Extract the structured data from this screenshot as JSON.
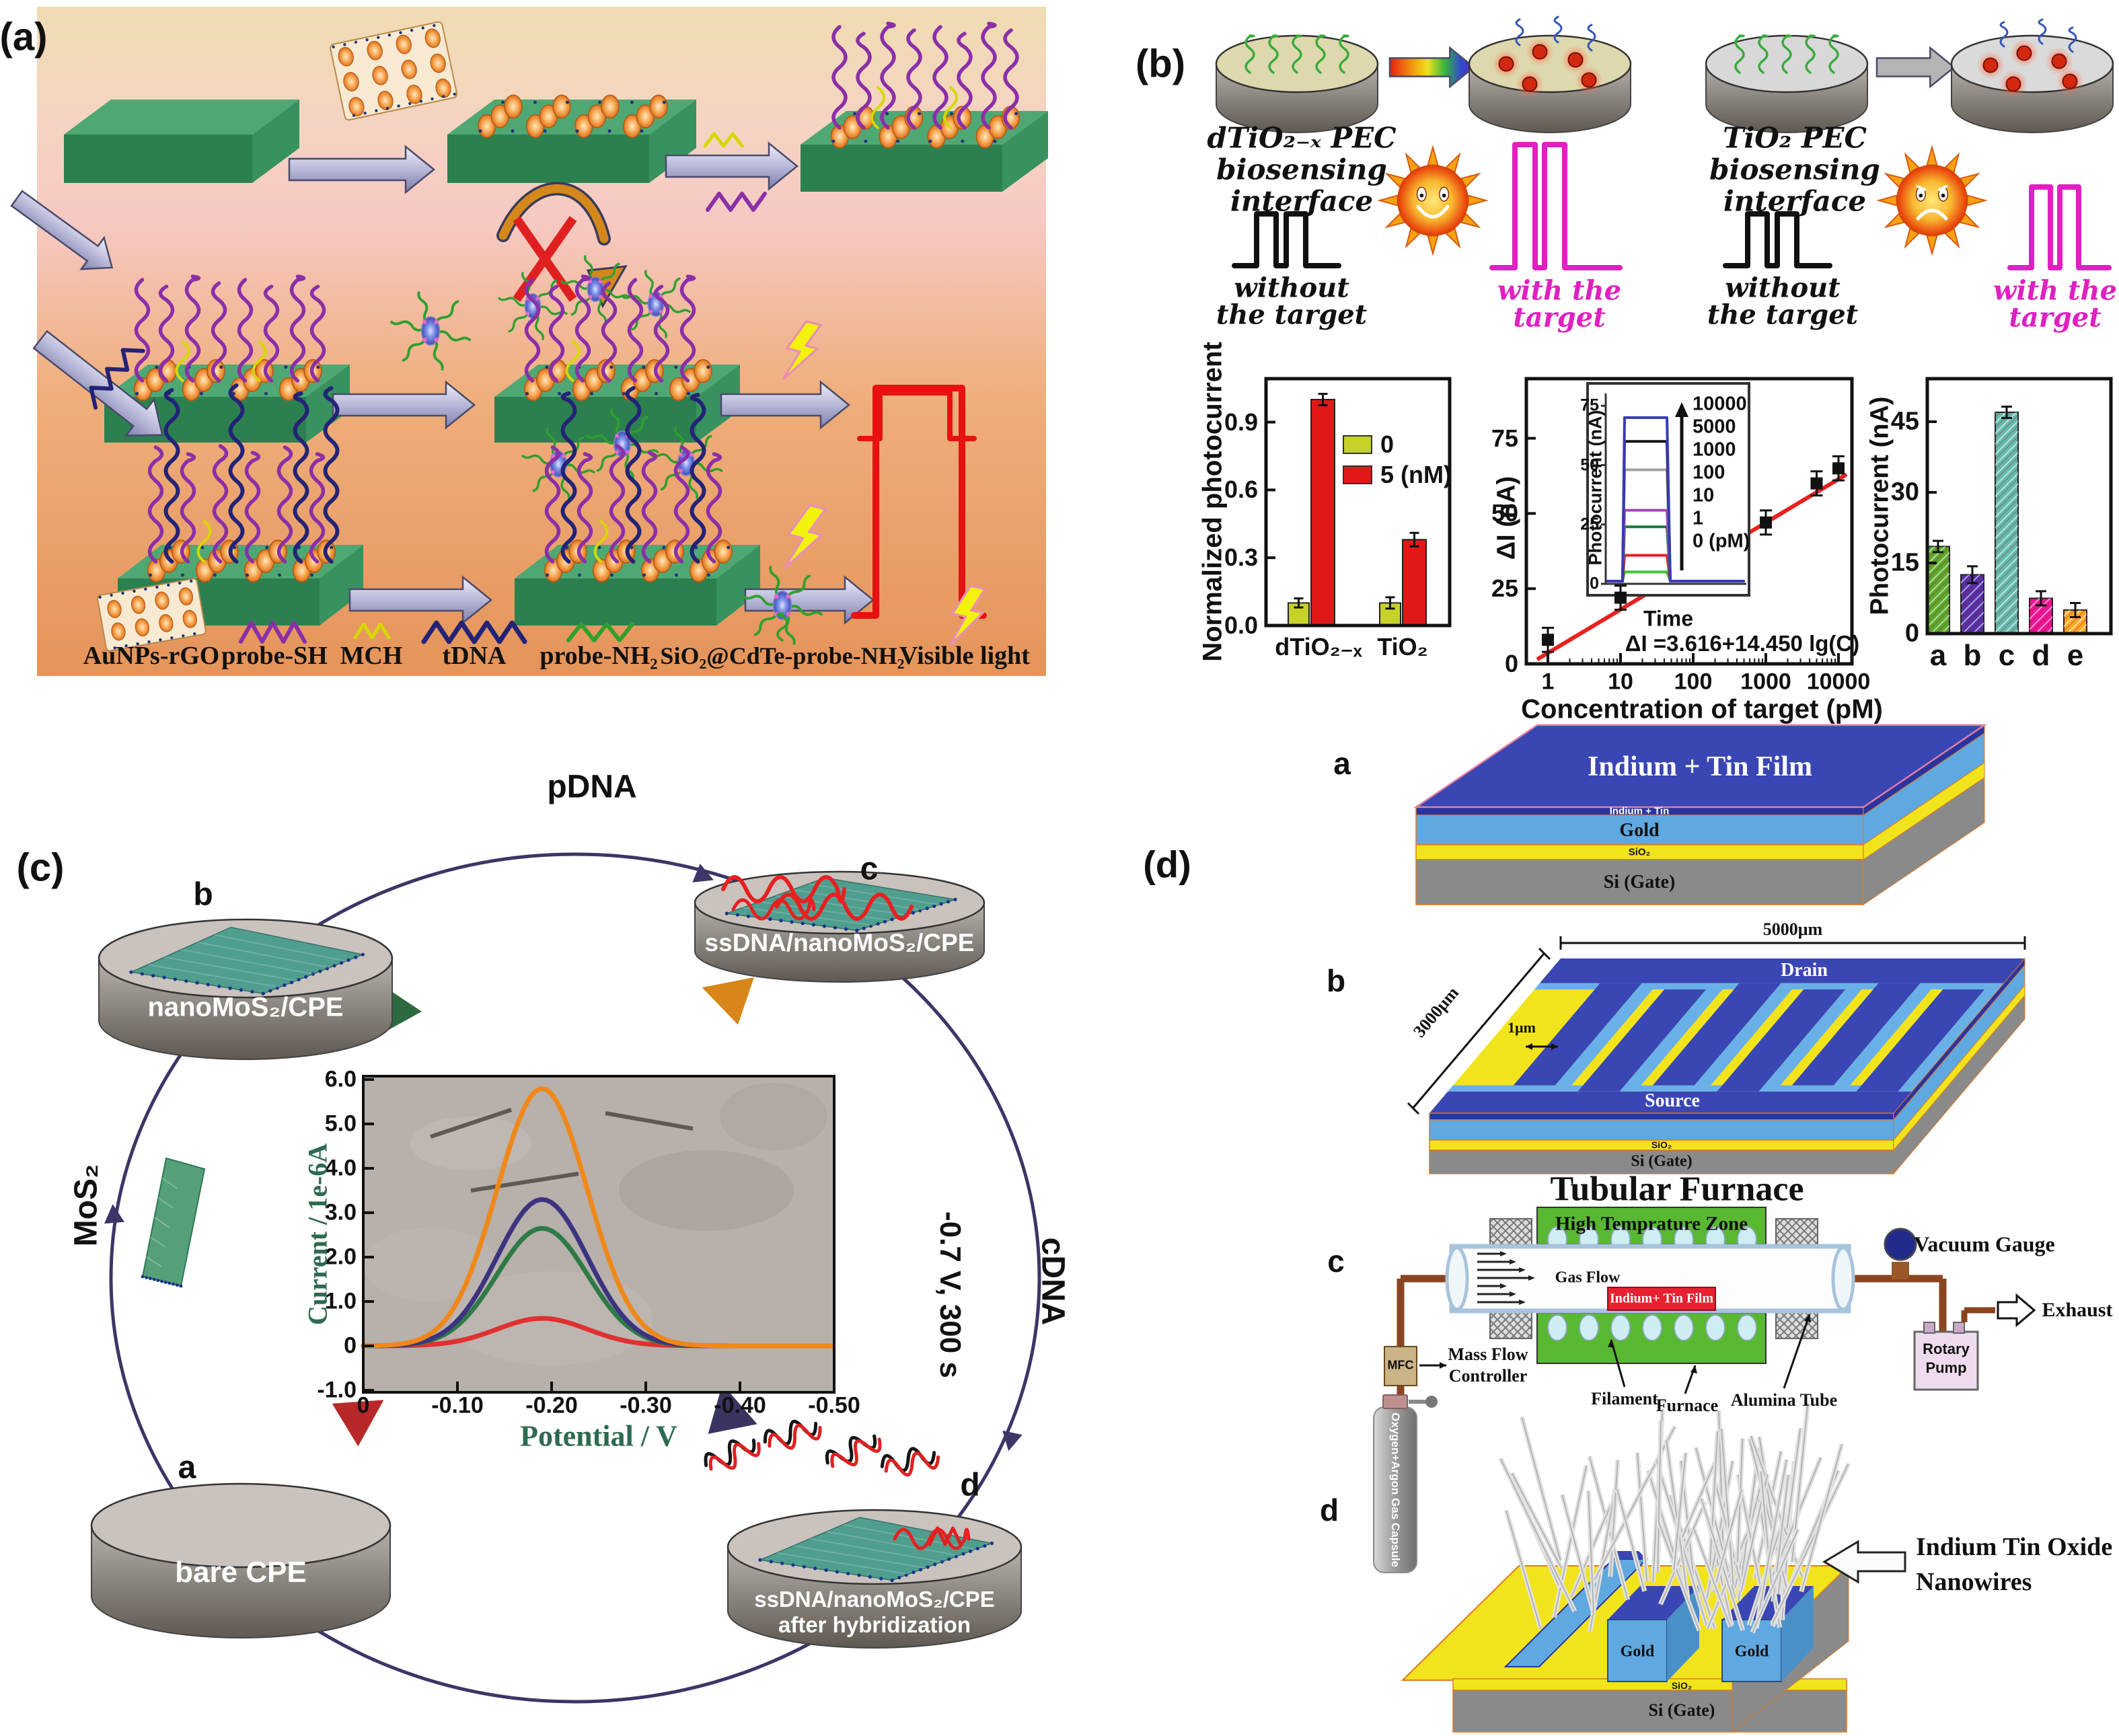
{
  "panel_a": {
    "label": "(a)",
    "legend": [
      {
        "name": "aunps-rgo",
        "label": "AuNPs-rGO"
      },
      {
        "name": "probe-sh",
        "label": "probe-SH"
      },
      {
        "name": "mch",
        "label": "MCH"
      },
      {
        "name": "tdna",
        "label": "tDNA"
      },
      {
        "name": "probe-nh2",
        "label": "probe-NH₂"
      },
      {
        "name": "sio2-cdte-probe",
        "label": "SiO₂@CdTe-probe-NH₂"
      },
      {
        "name": "visible-light",
        "label": "Visible light"
      }
    ]
  },
  "panel_b": {
    "label": "(b)",
    "left": {
      "title_lines": [
        "dTiO₂₋ₓ PEC",
        "biosensing",
        "interface"
      ],
      "without": [
        "without",
        "the target"
      ],
      "with": [
        "with the",
        "target"
      ]
    },
    "right": {
      "title_lines": [
        "TiO₂ PEC",
        "biosensing",
        "interface"
      ],
      "without": [
        "without",
        "the target"
      ],
      "with": [
        "with the",
        "target"
      ]
    }
  },
  "panel_c": {
    "label": "(c)",
    "pdna": "pDNA",
    "cdna": "cDNA",
    "mos2": "MoS₂",
    "potential": "-0.7 V, 300 s",
    "electrodes": {
      "a": {
        "letter": "a",
        "label": "bare CPE"
      },
      "b": {
        "letter": "b",
        "label": "nanoMoS₂/CPE"
      },
      "c": {
        "letter": "c",
        "label": "ssDNA/nanoMoS₂/CPE"
      },
      "d": {
        "letter": "d",
        "label_lines": [
          "ssDNA/nanoMoS₂/CPE",
          "after hybridization"
        ]
      }
    }
  },
  "panel_d": {
    "label": "(d)",
    "device_a": {
      "letter": "a",
      "top": "Indium + Tin Film",
      "film": "Indium + Tin",
      "gold": "Gold",
      "sio2": "SiO₂",
      "si": "Si (Gate)"
    },
    "device_b": {
      "letter": "b",
      "dim_w": "5000μm",
      "dim_l": "3000μm",
      "dim_gap": "1μm",
      "drain": "Drain",
      "source": "Source",
      "sio2": "SiO₂",
      "si": "Si (Gate)"
    },
    "device_c": {
      "letter": "c",
      "title": "Tubular Furnace",
      "zone": "High Temprature Zone",
      "gas_flow": "Gas Flow",
      "film": "Indium+ Tin Film",
      "mfc": "MFC",
      "mass_flow_lines": [
        "Mass Flow",
        "Controller"
      ],
      "cylinder": "Oxygen+Argon Gas Capsule",
      "vacuum": "Vacuum Gauge",
      "rotary_lines": [
        "Rotary",
        "Pump"
      ],
      "exhaust": "Exhaust",
      "filament": "Filament",
      "furnace": "Furnace",
      "alumina": "Alumina Tube"
    },
    "device_d": {
      "letter": "d",
      "gold": "Gold",
      "gold2": "Gold",
      "sio2": "SiO₂",
      "si": "Si (Gate)",
      "nanowires_lines": [
        "Indium Tin Oxide",
        "Nanowires"
      ]
    }
  },
  "chart_data": [
    {
      "id": "b-left-bars",
      "type": "bar",
      "ylabel": "Normalized photocurrent",
      "categories": [
        "dTiO₂₋ₓ",
        "TiO₂"
      ],
      "series": [
        {
          "name": "0",
          "color": "#c6d22a",
          "values": [
            0.1,
            0.1
          ],
          "errors": [
            0.02,
            0.025
          ]
        },
        {
          "name": "5 (nM)",
          "color": "#e21818",
          "values": [
            1.0,
            0.38
          ],
          "errors": [
            0.025,
            0.03
          ]
        }
      ],
      "yticks": [
        0.0,
        0.3,
        0.6,
        0.9
      ],
      "ylim": [
        0,
        1.09
      ],
      "grid": false,
      "legend_position": "upper-middle"
    },
    {
      "id": "b-calibration",
      "type": "scatter",
      "xlabel": "Concentration of target (pM)",
      "ylabel": "ΔI (nA)",
      "xscale": "log",
      "x": [
        1,
        10,
        1000,
        5000,
        10000
      ],
      "y": [
        8,
        22,
        47,
        60,
        65
      ],
      "yerr": [
        4,
        4,
        4,
        4,
        4
      ],
      "fit_line": {
        "label": "ΔI =3.616+14.450 lg(C)",
        "intercept": 3.616,
        "slope": 14.45,
        "color": "#e82020"
      },
      "xticks": [
        1,
        10,
        100,
        1000,
        10000
      ],
      "yticks": [
        0,
        25,
        50,
        75
      ],
      "ylim": [
        0,
        94
      ]
    },
    {
      "id": "b-inset",
      "type": "line",
      "xlabel": "Time",
      "ylabel": "Photocurrent (nA)",
      "yticks": [
        0,
        25,
        50,
        75
      ],
      "arrow_labels": [
        "10000",
        "5000",
        "1000",
        "100",
        "10",
        "1",
        "0 (pM)"
      ],
      "series": [
        {
          "name": "10000",
          "color": "#3a3ab8",
          "plateau": 70
        },
        {
          "name": "5000",
          "color": "#151515",
          "plateau": 60
        },
        {
          "name": "1000",
          "color": "#a0a0a0",
          "plateau": 48
        },
        {
          "name": "100",
          "color": "#a844b8",
          "plateau": 31
        },
        {
          "name": "10",
          "color": "#1b7a3c",
          "plateau": 24
        },
        {
          "name": "1",
          "color": "#dd2424",
          "plateau": 12
        },
        {
          "name": "0 (pM)",
          "color": "#3ec232",
          "plateau": 5
        }
      ]
    },
    {
      "id": "b-right-bars",
      "type": "bar",
      "ylabel": "Photocurrent (nA)",
      "categories": [
        "a",
        "b",
        "c",
        "d",
        "e"
      ],
      "values": [
        18.5,
        12.5,
        47,
        7.5,
        5
      ],
      "errors": [
        1.2,
        1.8,
        1.2,
        1.5,
        1.5
      ],
      "colors": [
        "#5aaa2e",
        "#5230a8",
        "#62bcae",
        "#ee1498",
        "#ffaa22"
      ],
      "yticks": [
        0,
        15,
        30,
        45
      ],
      "ylim": [
        0,
        54
      ]
    },
    {
      "id": "c-voltammogram",
      "type": "line",
      "xlabel": "Potential / V",
      "ylabel": "Current / 1e-6A",
      "xticks": [
        0,
        -0.1,
        -0.2,
        -0.3,
        -0.4,
        -0.5
      ],
      "yticks": [
        -1.0,
        0,
        1.0,
        2.0,
        3.0,
        4.0,
        5.0,
        6.0
      ],
      "peak_center": -0.19,
      "peak_sigma": 0.048,
      "series": [
        {
          "name": "d",
          "color": "#f08818",
          "peak": 5.8
        },
        {
          "name": "c",
          "color": "#3c3480",
          "peak": 3.3
        },
        {
          "name": "b",
          "color": "#2e7a46",
          "peak": 2.65
        },
        {
          "name": "a",
          "color": "#e03030",
          "peak": 0.62
        }
      ]
    }
  ]
}
